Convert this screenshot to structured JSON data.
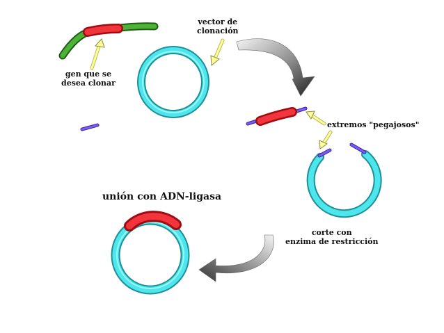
{
  "labels": {
    "gene": [
      "gen que se",
      "desea clonar"
    ],
    "vector": [
      "vector de",
      "clonación"
    ],
    "sticky_ends": "extremos \"pegajosos\"",
    "cut": [
      "corte con",
      "enzima de restricción"
    ],
    "ligase": "unión con ADN-ligasa"
  },
  "colors": {
    "plasmid": "#33d6dc",
    "gene": "#e8202a",
    "flank_dna": "#2f8f1c",
    "sticky_end": "#6a4be0",
    "pointer_arrow": "#ffff99",
    "process_arrow": "#555555"
  }
}
